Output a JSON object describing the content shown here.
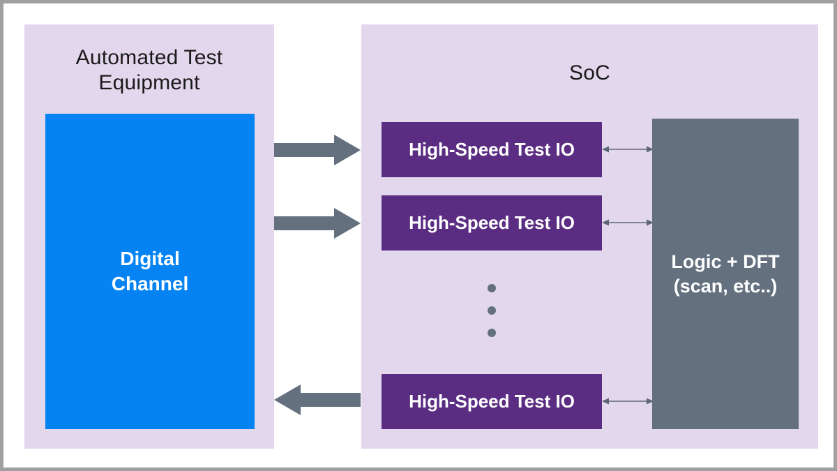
{
  "diagram": {
    "title": "Automated Test Equipment to SoC high-speed test IO diagram",
    "colors": {
      "panel_bg": "#e3d7ee",
      "digital_channel": "#0583f2",
      "test_io": "#5a2d82",
      "logic_dft": "#64707e",
      "arrow": "#64707e",
      "canvas_border": "#a0a0a0",
      "text_dark": "#1a1a1a",
      "text_light": "#ffffff"
    }
  },
  "ate_panel": {
    "title": "Automated Test\nEquipment",
    "title_line1": "Automated Test",
    "title_line2": "Equipment",
    "digital_channel": {
      "label_line1": "Digital",
      "label_line2": "Channel"
    }
  },
  "soc_panel": {
    "title": "SoC",
    "io_blocks": [
      {
        "label": "High-Speed Test IO"
      },
      {
        "label": "High-Speed Test IO"
      },
      {
        "label": "High-Speed Test IO"
      }
    ],
    "logic_block": {
      "label_line1": "Logic + DFT",
      "label_line2": "(scan, etc..)"
    },
    "ellipsis_dots": 3
  },
  "connections": {
    "block_arrows": [
      {
        "direction": "right",
        "from": "digital-channel",
        "to": "io-block-0"
      },
      {
        "direction": "right",
        "from": "digital-channel",
        "to": "io-block-1"
      },
      {
        "direction": "left",
        "from": "io-block-2",
        "to": "digital-channel"
      }
    ],
    "io_to_logic": [
      {
        "direction": "both",
        "from": "io-block-0",
        "to": "logic-block"
      },
      {
        "direction": "both",
        "from": "io-block-1",
        "to": "logic-block"
      },
      {
        "direction": "both",
        "from": "io-block-2",
        "to": "logic-block"
      }
    ]
  }
}
